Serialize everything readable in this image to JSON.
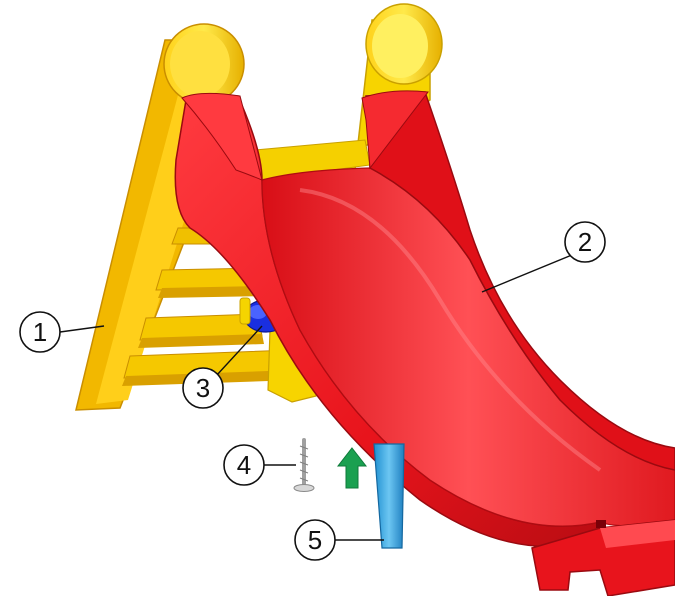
{
  "callouts": [
    {
      "id": "1",
      "label": "1"
    },
    {
      "id": "2",
      "label": "2"
    },
    {
      "id": "3",
      "label": "3"
    },
    {
      "id": "4",
      "label": "4"
    },
    {
      "id": "5",
      "label": "5"
    }
  ],
  "colors": {
    "frame_yellow": "#f2c200",
    "frame_yellow_light": "#ffe94a",
    "frame_yellow_dark": "#d99a00",
    "slide_red": "#e8141c",
    "slide_red_dark": "#a80a10",
    "slide_red_light": "#ff5a60",
    "connector_blue": "#1a2fe0",
    "peg_blue": "#2a9fe0",
    "arrow_green": "#1aa050",
    "screw_gray": "#c8c8c8",
    "outline": "#222222"
  },
  "icons": {
    "assembly_arrow": "arrow-up-icon",
    "screw": "screw-icon"
  }
}
